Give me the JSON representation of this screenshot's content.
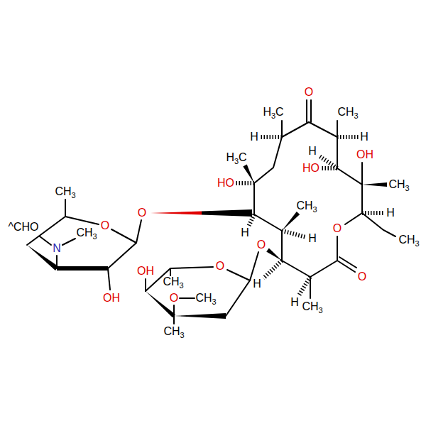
{
  "diagram": {
    "labels": [
      "O",
      "H3C",
      "H",
      "CH3",
      "H",
      "H",
      "HO",
      "OH",
      "CH3",
      "HO",
      "H3C",
      "CH3",
      "H",
      "CH3",
      "H",
      "H",
      "O",
      "O",
      "O",
      "H",
      "H",
      "CH3",
      "O",
      "CH3",
      "O",
      "^CHO",
      "N",
      "CH3",
      "OH",
      "OH",
      "O",
      "CH3",
      "O",
      "CH3",
      "CH3"
    ]
  }
}
